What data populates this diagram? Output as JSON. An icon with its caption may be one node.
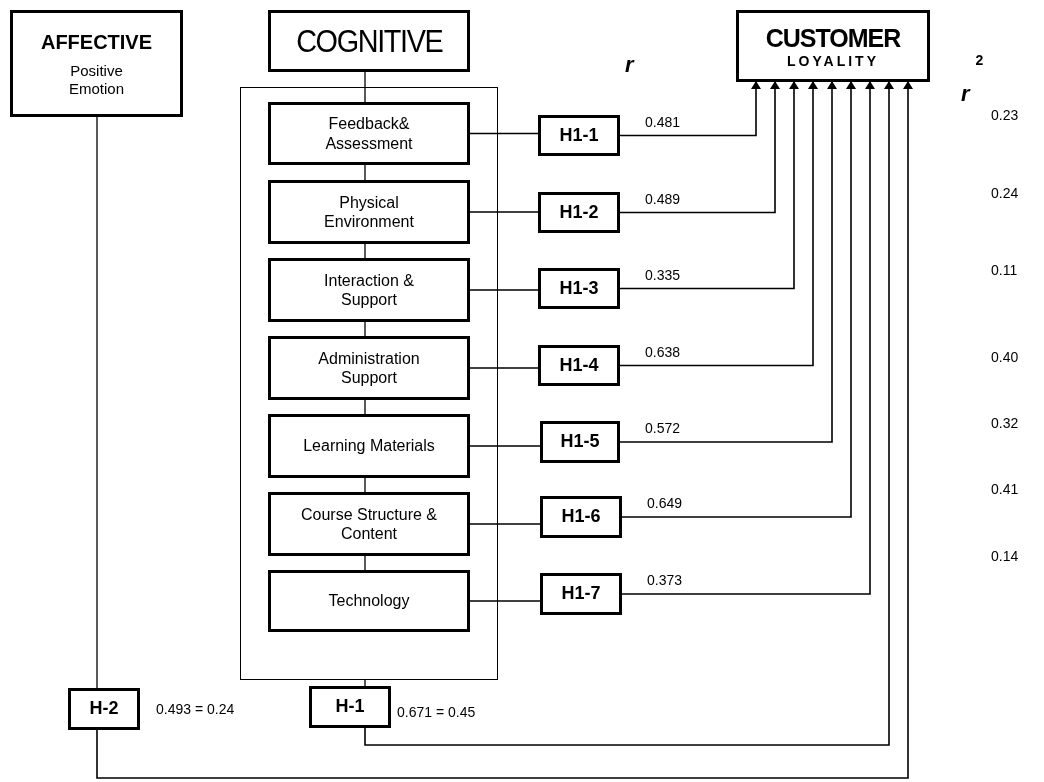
{
  "diagram": {
    "nodes": [
      {
        "text": [
          "AFFECTIVE",
          "Positive Emotion"
        ]
      },
      {
        "text": [
          "COGNITIVE"
        ]
      },
      {
        "text": [
          "CUSTOMER",
          "LOYALITY"
        ]
      },
      {
        "text": [],
        "shape": "box"
      },
      {
        "text": [
          "Feedback& Assessment"
        ],
        "in": 3
      },
      {
        "text": [
          "Physical Environment"
        ],
        "in": 3
      },
      {
        "text": [
          "Interaction & Support"
        ],
        "in": 3
      },
      {
        "text": [
          "Administration Support"
        ],
        "in": 3
      },
      {
        "text": [
          "Learning Materials"
        ],
        "in": 3
      },
      {
        "text": [
          "Course Structure & Content"
        ],
        "in": 3
      },
      {
        "text": [
          "Technology"
        ],
        "in": 3
      },
      {
        "text": [
          "H1-1"
        ]
      },
      {
        "text": [
          "H1-2"
        ]
      },
      {
        "text": [
          "H1-3"
        ]
      },
      {
        "text": [
          "H1-4"
        ]
      },
      {
        "text": [
          "H1-5"
        ]
      },
      {
        "text": [
          "H1-6"
        ]
      },
      {
        "text": [
          "H1-7"
        ]
      },
      {
        "text": [
          "H-2"
        ],
        "beside": [
          "0.493 = 0.24"
        ]
      },
      {
        "text": [
          "H-1"
        ],
        "beside": [
          "0.671 = 0.45"
        ]
      }
    ],
    "edges": [
      {
        "from": 0,
        "to": 18,
        "arrow": "none"
      },
      {
        "from": 1,
        "to": 4,
        "arrow": "none"
      },
      {
        "from": 4,
        "to": 5,
        "arrow": "none"
      },
      {
        "from": 5,
        "to": 6,
        "arrow": "none"
      },
      {
        "from": 6,
        "to": 7,
        "arrow": "none"
      },
      {
        "from": 7,
        "to": 8,
        "arrow": "none"
      },
      {
        "from": 8,
        "to": 9,
        "arrow": "none"
      },
      {
        "from": 9,
        "to": 10,
        "arrow": "none"
      },
      {
        "from": 4,
        "to": 11,
        "arrow": "none"
      },
      {
        "from": 5,
        "to": 12,
        "arrow": "none"
      },
      {
        "from": 6,
        "to": 13,
        "arrow": "none"
      },
      {
        "from": 7,
        "to": 14,
        "arrow": "none"
      },
      {
        "from": 8,
        "to": 15,
        "arrow": "none"
      },
      {
        "from": 9,
        "to": 16,
        "arrow": "none"
      },
      {
        "from": 10,
        "to": 17,
        "arrow": "none"
      },
      {
        "from": 11,
        "to": 2,
        "arrow": "to",
        "label": "0.481"
      },
      {
        "from": 12,
        "to": 2,
        "arrow": "to",
        "label": "0.489"
      },
      {
        "from": 13,
        "to": 2,
        "arrow": "to",
        "label": "0.335"
      },
      {
        "from": 14,
        "to": 2,
        "arrow": "to",
        "label": "0.638"
      },
      {
        "from": 15,
        "to": 2,
        "arrow": "to",
        "label": "0.572"
      },
      {
        "from": 16,
        "to": 2,
        "arrow": "to",
        "label": "0.649"
      },
      {
        "from": 17,
        "to": 2,
        "arrow": "to",
        "label": "0.373"
      },
      {
        "from": 3,
        "to": 19,
        "arrow": "none"
      },
      {
        "from": 19,
        "to": 2,
        "arrow": "to"
      },
      {
        "from": 18,
        "to": 2,
        "arrow": "to"
      }
    ],
    "labels": [
      "r",
      "r$^{2}$",
      "0.23",
      "0.24",
      "0.11",
      "0.40",
      "0.32",
      "0.41",
      "0.14"
    ]
  }
}
